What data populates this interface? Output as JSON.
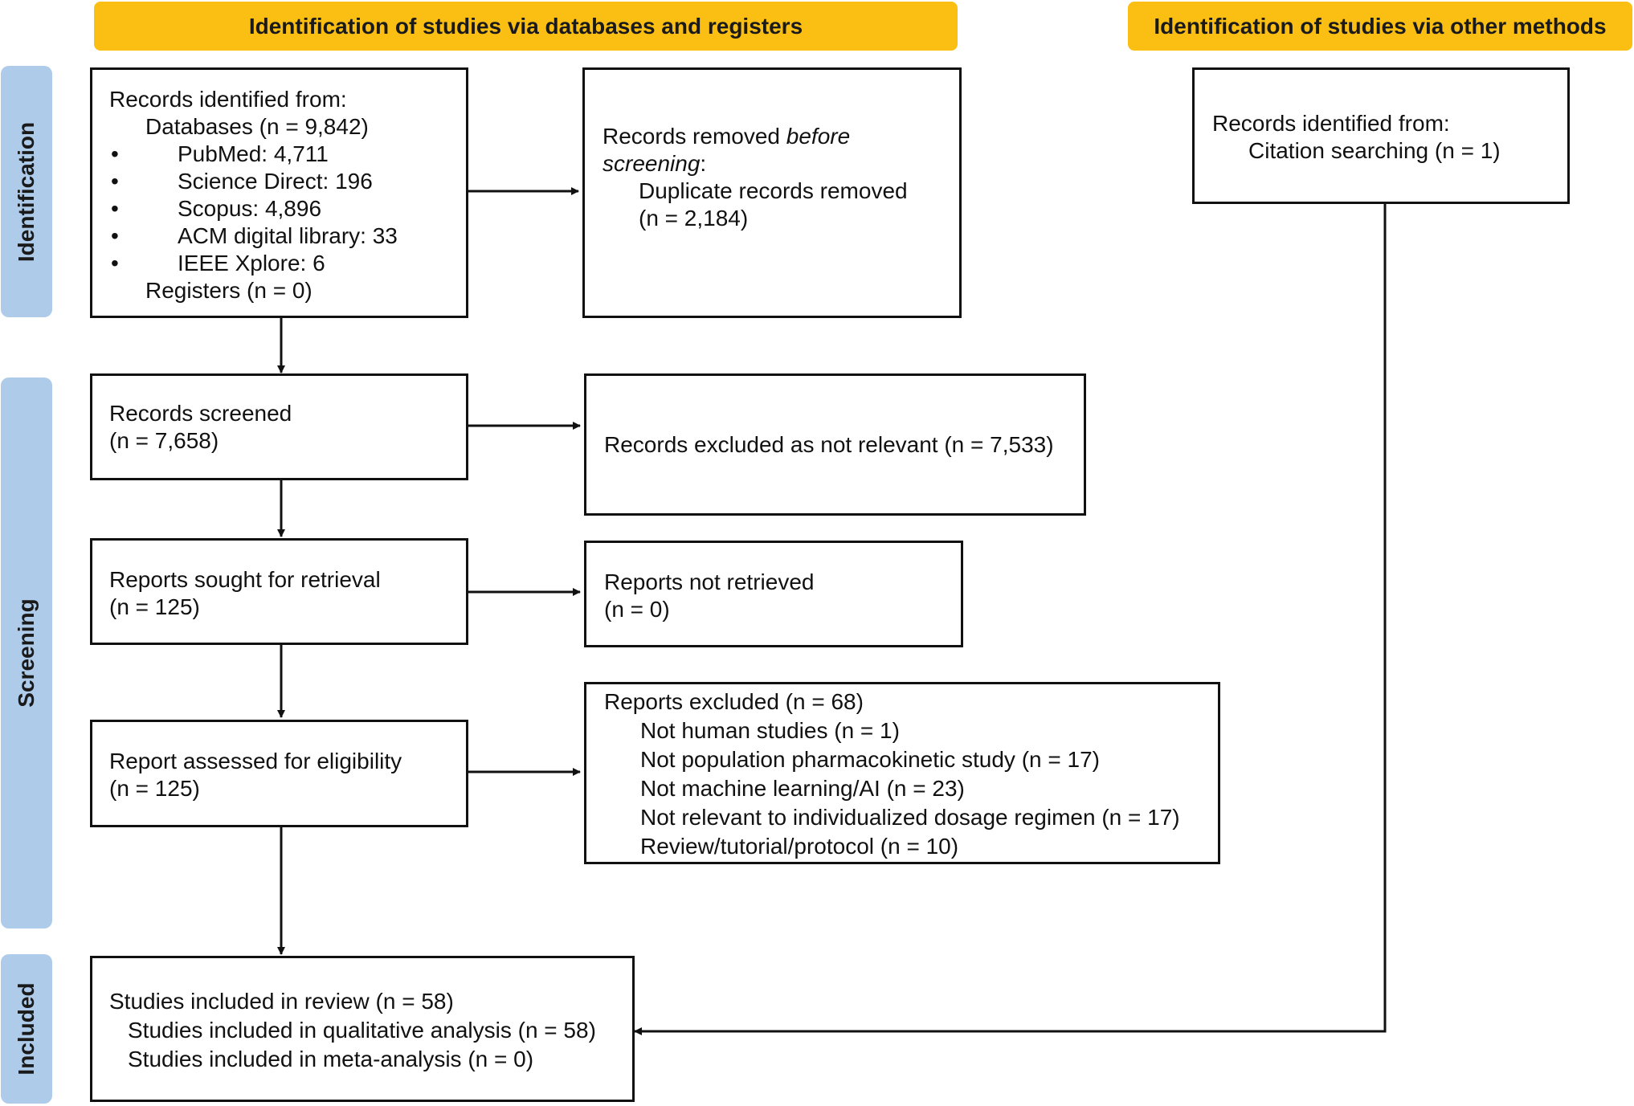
{
  "headers": {
    "databases": "Identification of studies via databases and registers",
    "other": "Identification of studies via other methods"
  },
  "phases": {
    "identification": "Identification",
    "screening": "Screening",
    "included": "Included"
  },
  "identification": {
    "records_identified": {
      "title": "Records identified from:",
      "databases": "Databases (n = 9,842)",
      "bullet": "•",
      "sources": [
        "PubMed: 4,711",
        "Science Direct: 196",
        "Scopus: 4,896",
        "ACM digital library: 33",
        "IEEE Xplore: 6"
      ],
      "registers": "Registers (n = 0)"
    },
    "removed": {
      "prefix": "Records removed ",
      "emph": "before",
      "emph2": "screening",
      "suffix": ":",
      "line1": "Duplicate records removed",
      "line2": "(n = 2,184)"
    },
    "other_methods": {
      "title": "Records identified from:",
      "line1": "Citation searching (n = 1)"
    }
  },
  "screening": {
    "screened": {
      "line1": "Records screened",
      "line2": "(n = 7,658)"
    },
    "excluded": {
      "line1": "Records excluded as not relevant (n = 7,533)"
    },
    "sought": {
      "line1": "Reports sought for retrieval",
      "line2": "(n = 125)"
    },
    "not_retrieved": {
      "line1": "Reports not retrieved",
      "line2": "(n = 0)"
    },
    "assessed": {
      "line1": "Report assessed for eligibility",
      "line2": "(n = 125)"
    },
    "reports_excluded": {
      "title": "Reports excluded (n = 68)",
      "reasons": [
        "Not human studies (n = 1)",
        "Not population pharmacokinetic study (n = 17)",
        "Not machine learning/AI (n = 23)",
        "Not relevant to individualized dosage regimen (n = 17)",
        "Review/tutorial/protocol (n = 10)"
      ]
    }
  },
  "included": {
    "line1": "Studies included in review (n = 58)",
    "line2": "Studies included in qualitative analysis (n = 58)",
    "line3": "Studies included in meta-analysis (n = 0)"
  },
  "colors": {
    "header": "#fbbf14",
    "phase": "#aecbea",
    "stroke": "#111111"
  }
}
